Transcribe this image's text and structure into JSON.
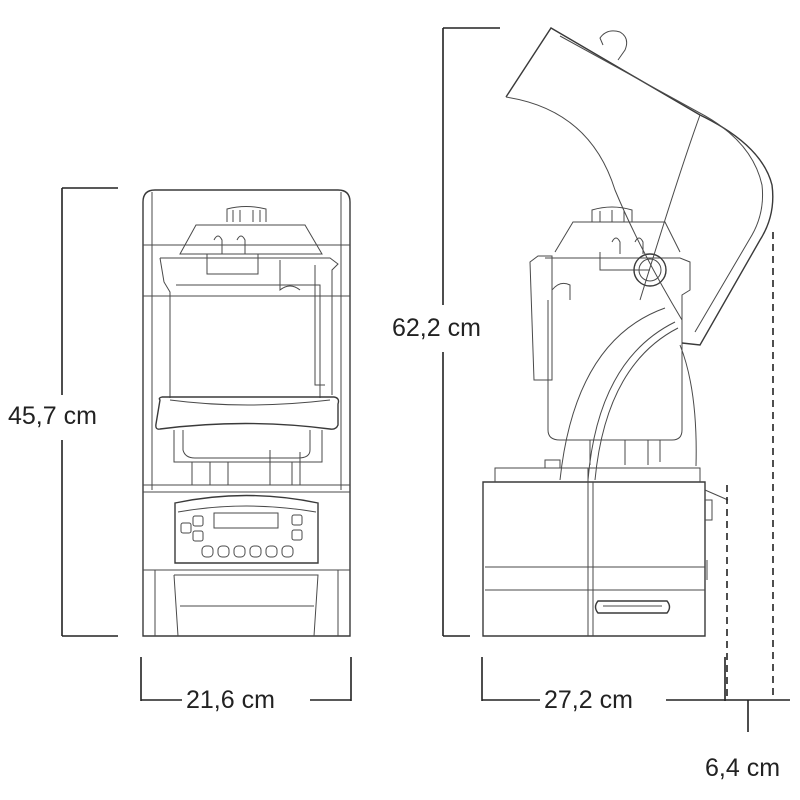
{
  "dimensions": {
    "front_height": "45,7 cm",
    "front_width": "21,6 cm",
    "side_height": "62,2 cm",
    "side_depth": "27,2 cm",
    "hood_overhang": "6,4 cm"
  },
  "colors": {
    "line": "#4a4a4a",
    "dimension": "#222222",
    "background": "#ffffff"
  }
}
